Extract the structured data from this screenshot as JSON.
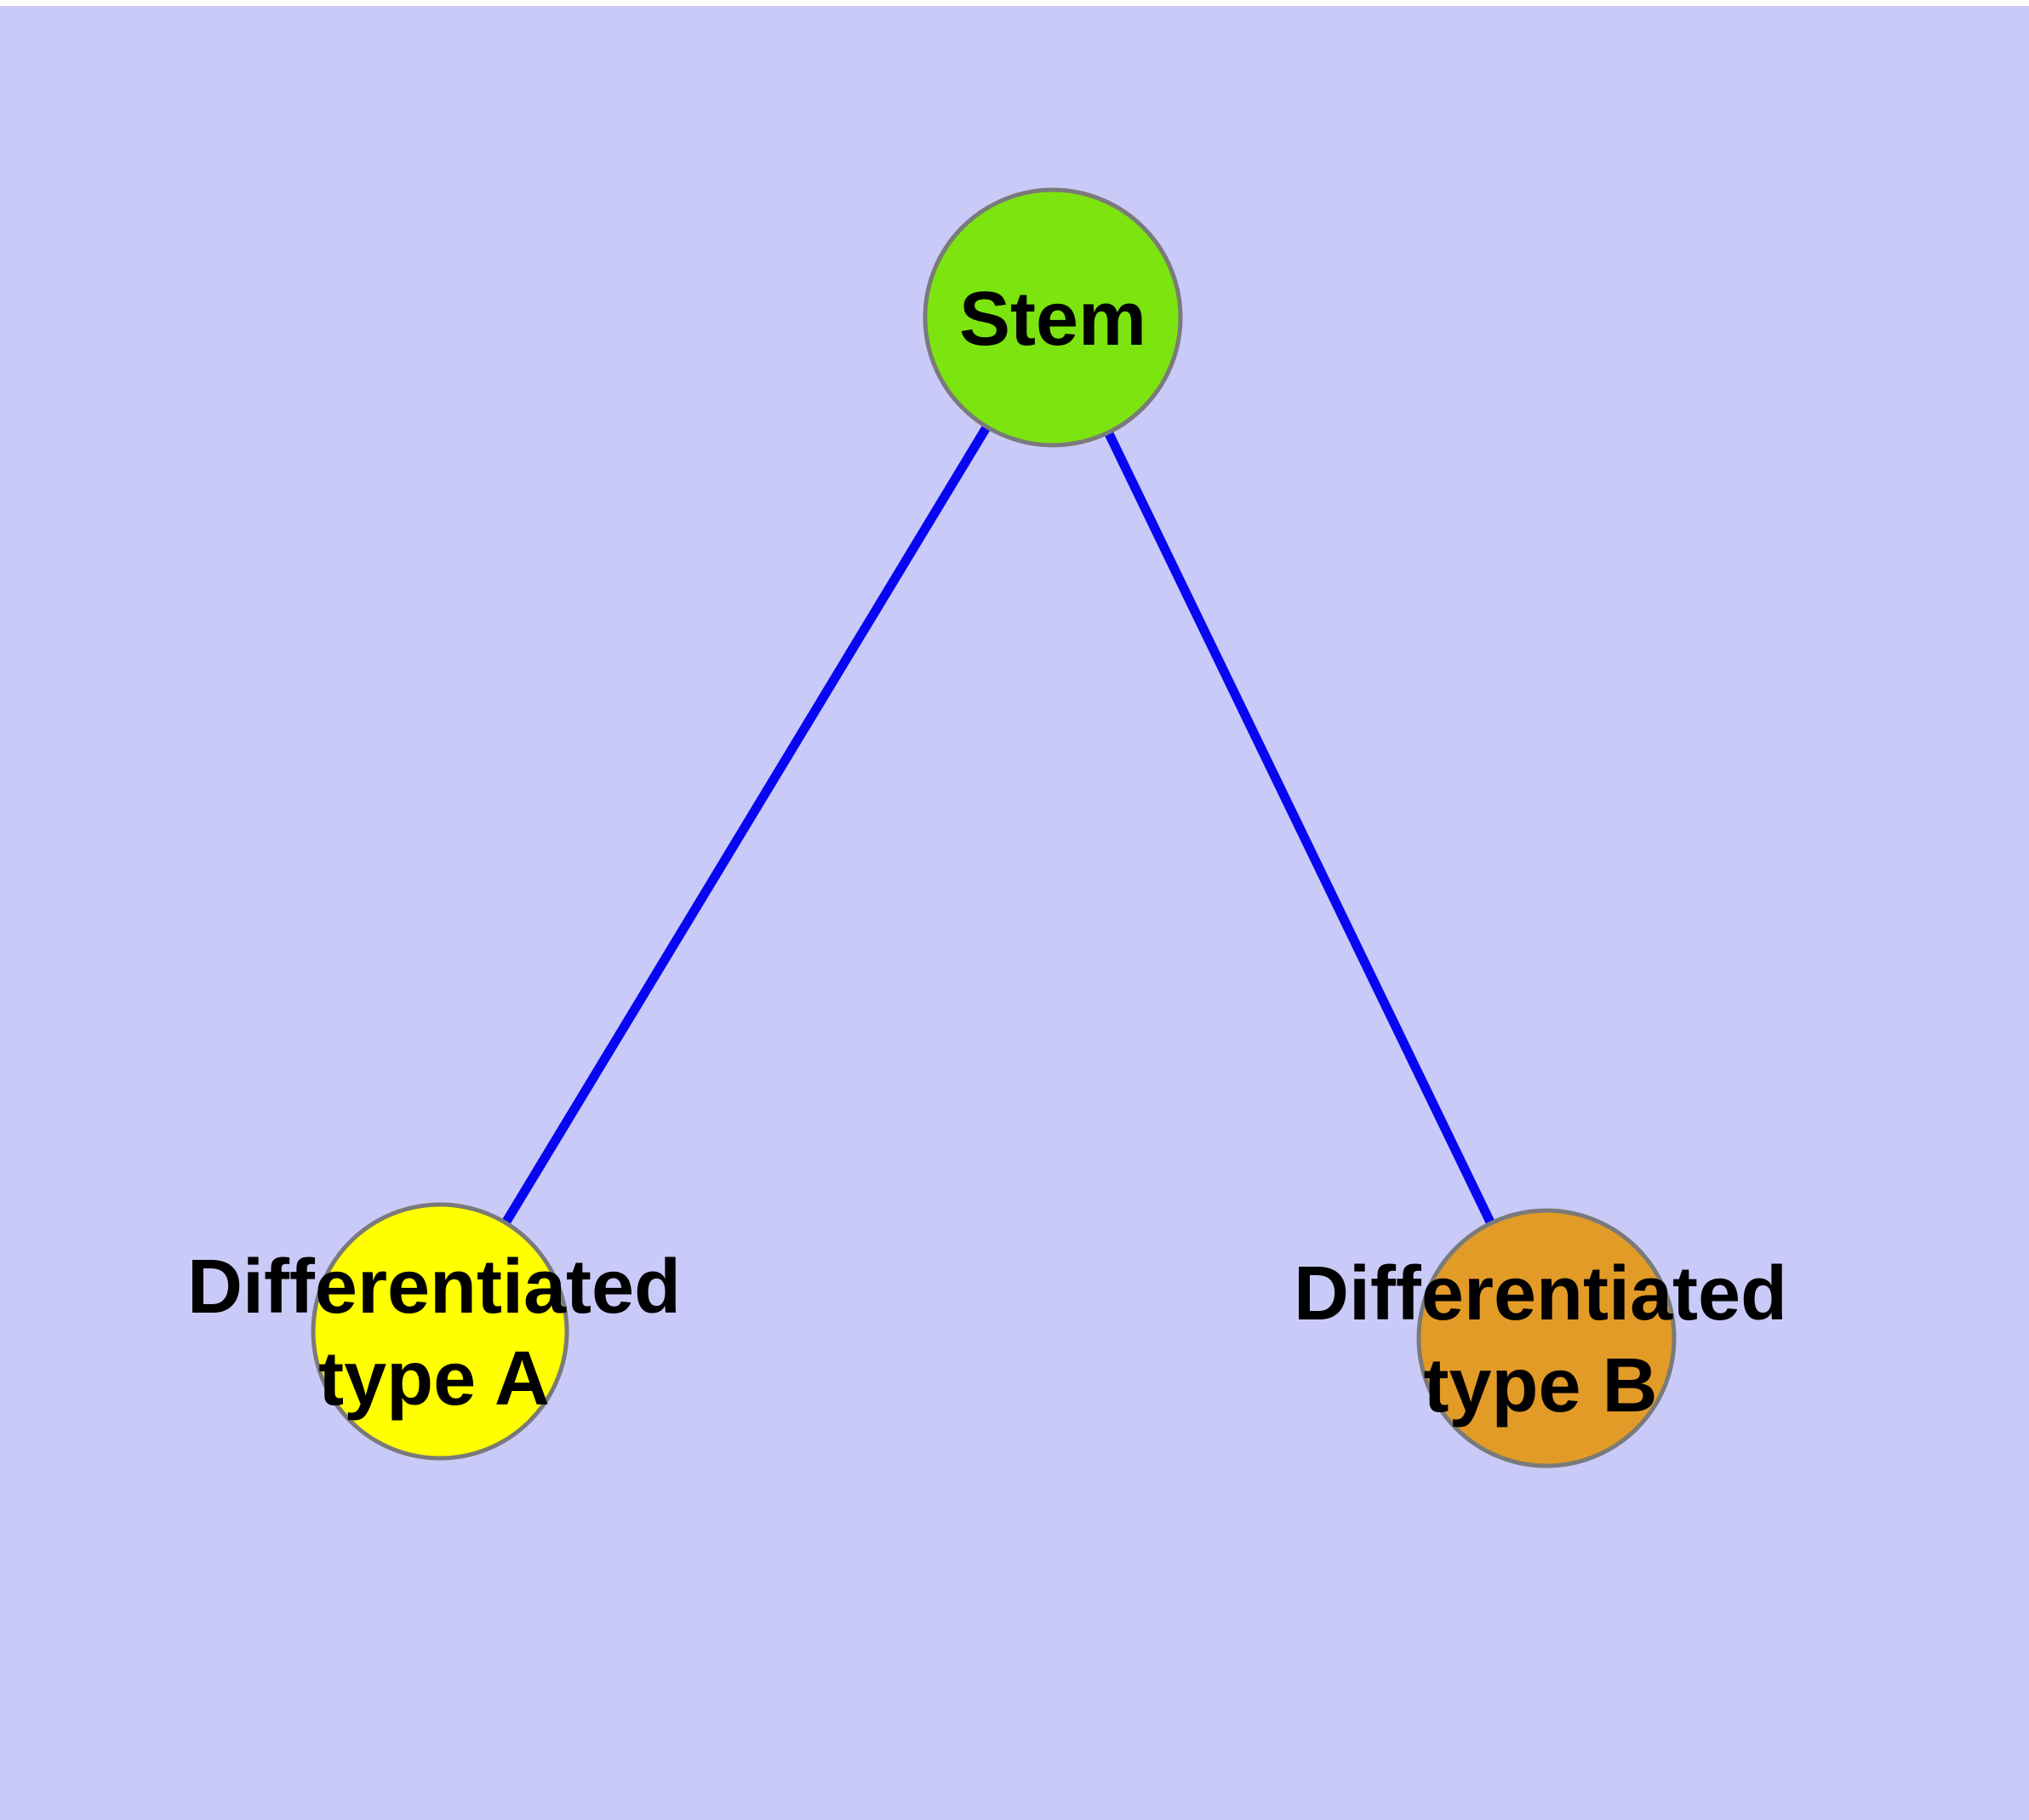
{
  "canvas": {
    "background_color": "#CACAF8",
    "margin_color": "#FFFFFF"
  },
  "graph": {
    "nodes": [
      {
        "id": "stem",
        "label": "Stem",
        "fill_color": "#7CE40F",
        "border_color": "#7A7A7A",
        "text_color": "#000000"
      },
      {
        "id": "differentiated-type-a",
        "label": "Differentiated type A",
        "label_lines": [
          "Differentiated",
          "type A"
        ],
        "fill_color": "#FFFF00",
        "border_color": "#7A7A7A",
        "text_color": "#000000"
      },
      {
        "id": "differentiated-type-b",
        "label": "Differentiated type B",
        "label_lines": [
          "Differentiated",
          "type B"
        ],
        "fill_color": "#E29B26",
        "border_color": "#7A7A7A",
        "text_color": "#000000"
      }
    ],
    "edges": [
      {
        "from": "stem",
        "to": "differentiated-type-a",
        "color": "#0606F2"
      },
      {
        "from": "stem",
        "to": "differentiated-type-b",
        "color": "#0606F2"
      }
    ]
  }
}
